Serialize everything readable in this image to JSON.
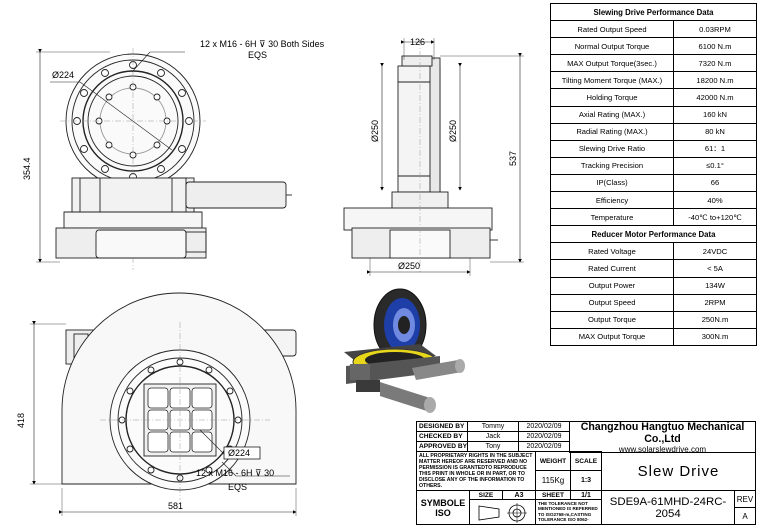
{
  "drawing": {
    "annotations": {
      "top_bolt_note": "12 x  M16 - 6H ⊽ 30 Both Sides",
      "top_bolt_eqs": "EQS",
      "bottom_bolt_note": "12 x  M16 - 6H ⊽ 30",
      "bottom_bolt_eqs": "EQS"
    },
    "dimensions": {
      "front_dia_224": "Ø224",
      "front_height": "354.4",
      "side_width_126": "126",
      "side_dia_250_left": "Ø250",
      "side_dia_250_right": "Ø250",
      "side_height": "537",
      "side_bottom_dia": "Ø250",
      "plan_dia_224": "Ø224",
      "plan_height": "418",
      "plan_width": "581"
    }
  },
  "performance_table": {
    "slewing_title": "Slewing Drive Performance Data",
    "slewing_rows": [
      {
        "label": "Rated Output Speed",
        "value": "0.03RPM"
      },
      {
        "label": "Normal Output Torque",
        "value": "6100 N.m"
      },
      {
        "label": "MAX Output Torque(3sec.)",
        "value": "7320 N.m"
      },
      {
        "label": "Tilting Moment Torque (MAX.)",
        "value": "18200 N.m"
      },
      {
        "label": "Holding Torque",
        "value": "42000 N.m"
      },
      {
        "label": "Axial Rating  (MAX.)",
        "value": "160 kN"
      },
      {
        "label": "Radial Rating  (MAX.)",
        "value": "80 kN"
      },
      {
        "label": "Slewing Drive Ratio",
        "value": "61：1"
      },
      {
        "label": "Tracking Precision",
        "value": "≤0.1°"
      },
      {
        "label": "IP(Class)",
        "value": "66"
      },
      {
        "label": "Efficiency",
        "value": "40%"
      },
      {
        "label": "Temperature",
        "value": "-40℃ to+120℃"
      }
    ],
    "motor_title": "Reducer Motor Performance Data",
    "motor_rows": [
      {
        "label": "Rated Voltage",
        "value": "24VDC"
      },
      {
        "label": "Rated Current",
        "value": "< 5A"
      },
      {
        "label": "Output Power",
        "value": "134W"
      },
      {
        "label": "Output Speed",
        "value": "2RPM"
      },
      {
        "label": "Output Torque",
        "value": "250N.m"
      },
      {
        "label": "MAX Output Torque",
        "value": "300N.m"
      }
    ]
  },
  "title_block": {
    "designed_by_label": "DESIGNED  BY",
    "designed_by_name": "Tommy",
    "designed_by_date": "2020/02/09",
    "checked_by_label": "CHECKED  BY",
    "checked_by_name": "Jack",
    "checked_by_date": "2020/02/09",
    "approved_by_label": "APPROVED  BY",
    "approved_by_name": "Tony",
    "approved_by_date": "2020/02/09",
    "rights_notice": "ALL PROPRIETARY RIGHTS IN THE SUBJECT MATTER HEREOF ARE RESERVED AND NO PERMISSION IS GRANTEDTO REPRODUCE THIS PRINT IN WHOLE OR IN PART, OR TO DISCLOSE ANY OF THE INFORMATION TO OTHERS.",
    "weight_label": "WEIGHT",
    "weight_value": "115Kg",
    "scale_label": "SCALE",
    "scale_value": "1:3",
    "company": "Changzhou Hangtuo Mechanical Co.,Ltd",
    "website": "www.solarslewdrive.com",
    "product": "Slew Drive",
    "symbol_label": "SYMBOLE\nISO",
    "size_label": "SIZE",
    "size_value": "A3",
    "sheet_label": "SHEET",
    "sheet_value": "1/1",
    "tolerance_note": "THE TOLERANCE NOT MENTIONED IS REFERRED TO ISO2768-m,CASTING TOLERANCE ISO 8062-CT10",
    "part_number": "SDE9A-61MHD-24RC-2054",
    "rev_label": "REV",
    "rev_value": "A"
  }
}
